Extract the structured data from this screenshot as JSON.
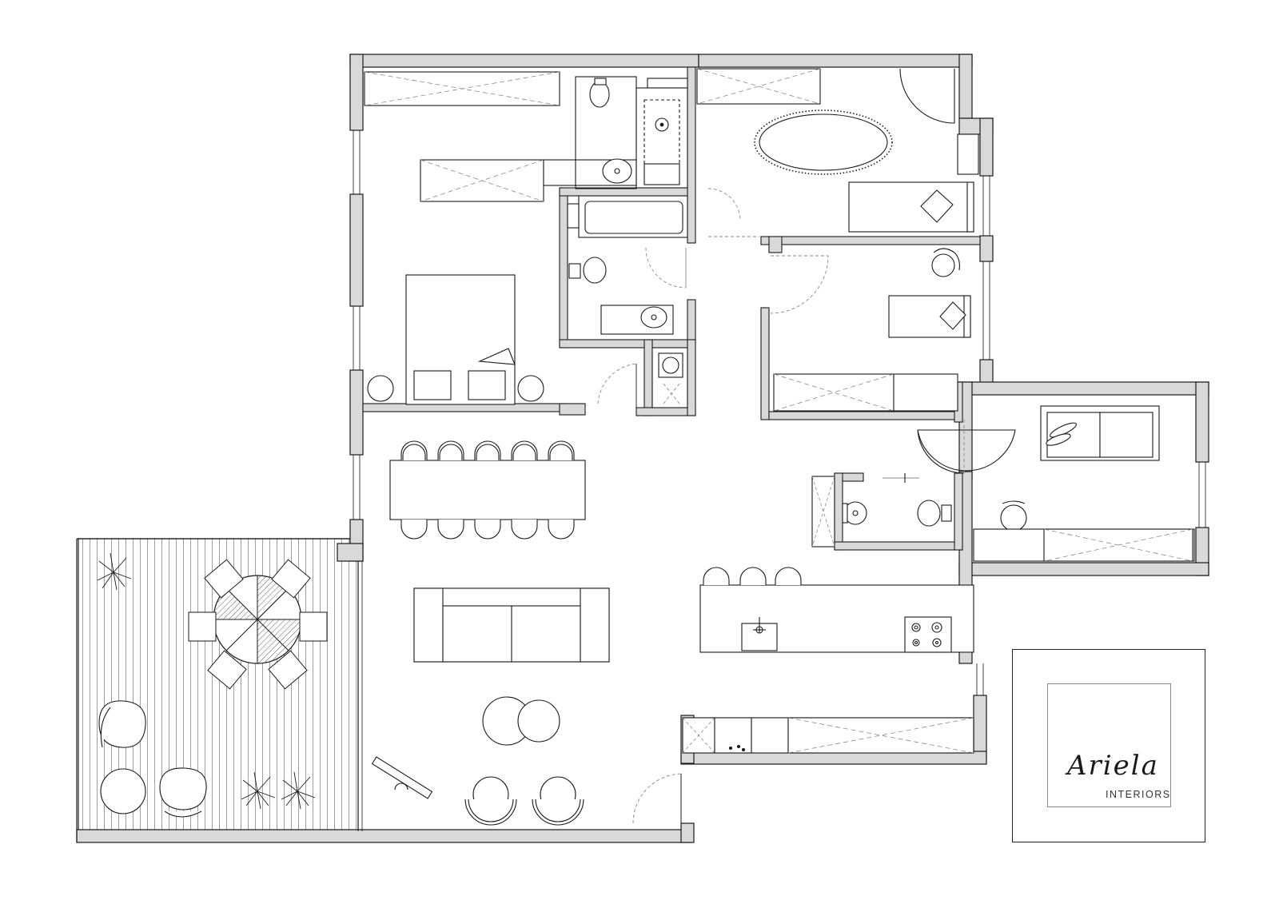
{
  "brand": {
    "script_name": "Ariela",
    "subtitle": "INTERIORS"
  },
  "colors": {
    "wall_fill": "#d9d9d9",
    "line": "#1a1a1a",
    "dashed": "#8a8a8a",
    "background": "#ffffff"
  },
  "plan": {
    "rooms": [
      "living-dining",
      "kitchen",
      "balcony",
      "master-bedroom",
      "master-bathroom",
      "bathroom",
      "bedroom-1",
      "bedroom-2",
      "study",
      "guest-toilet",
      "wc",
      "laundry"
    ],
    "icons": [
      "door-swing-icon",
      "bed-icon",
      "sofa-icon",
      "dining-table-icon",
      "toilet-icon",
      "sink-icon",
      "bathtub-icon",
      "cooktop-icon",
      "plant-icon",
      "armchair-icon",
      "rug-icon",
      "shower-icon"
    ]
  }
}
